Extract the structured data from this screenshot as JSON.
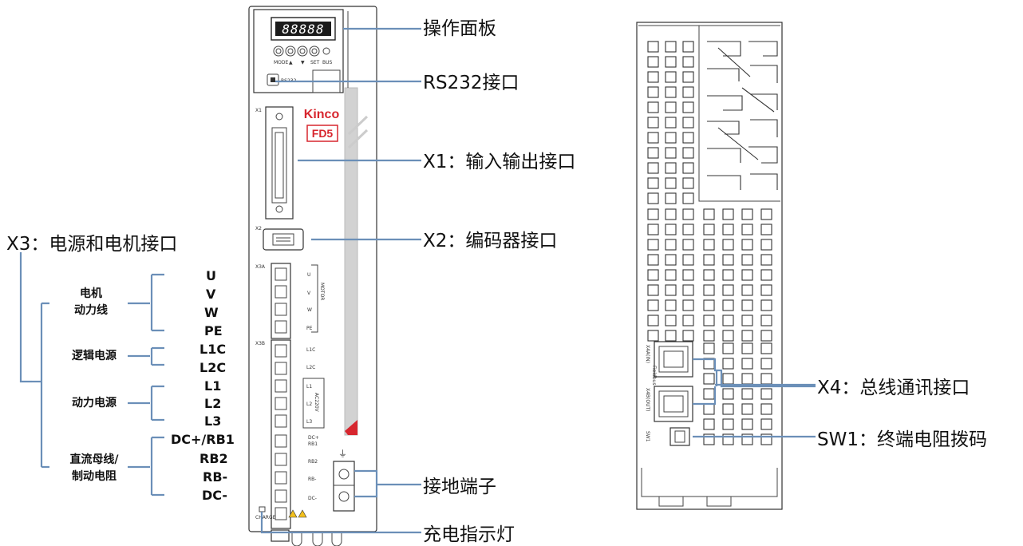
{
  "callouts": {
    "panel": "操作面板",
    "rs232": "RS232接口",
    "x1": "X1：输入输出接口",
    "x2": "X2：编码器接口",
    "ground": "接地端子",
    "charge": "充电指示灯",
    "x3": "X3：电源和电机接口",
    "x4": "X4：总线通讯接口",
    "sw1": "SW1：终端电阻拨码"
  },
  "groups": {
    "motor": [
      "电机",
      "动力线"
    ],
    "logic": "逻辑电源",
    "power": "动力电源",
    "dcbus": [
      "直流母线/",
      "制动电阻"
    ]
  },
  "terminals": [
    "U",
    "V",
    "W",
    "PE",
    "L1C",
    "L2C",
    "L1",
    "L2",
    "L3",
    "DC+/RB1",
    "RB2",
    "RB-",
    "DC-"
  ],
  "device": {
    "brand": "Kinco",
    "model": "FD5",
    "display": "88888",
    "keys": [
      "MODE",
      "▲",
      "▼",
      "SET",
      "BUS"
    ],
    "rs232_label": "RS232",
    "x1_label": "X1",
    "x2_label": "X2",
    "x3a_label": "X3A",
    "x3b_label": "X3B",
    "motor_label": "MOTOR",
    "ac_label": "AC220V",
    "charge_label": "CHARGE",
    "pins_x3a": [
      "U",
      "V",
      "W",
      "PE"
    ],
    "pins_x3b": [
      "L1C",
      "L2C",
      "L1",
      "L2",
      "L3",
      "DC+",
      "RB1",
      "RB2",
      "RB-",
      "DC-"
    ],
    "side_labels": [
      "X4A(IN)",
      "Fieldbus",
      "X4B(OUT)",
      "SW1"
    ]
  },
  "colors": {
    "leader": "#6b8fb8",
    "brand_red": "#d7262e",
    "stripe": "#c8c8c8"
  }
}
